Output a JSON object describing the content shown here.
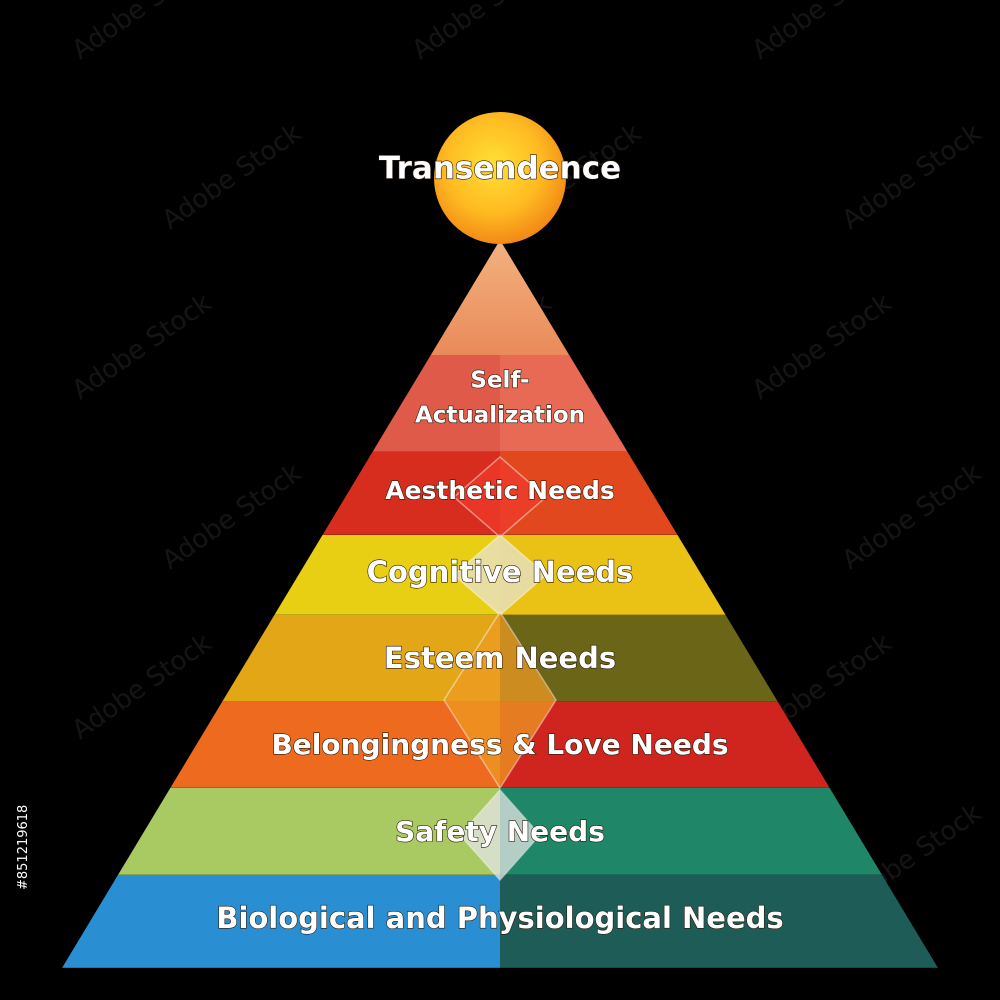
{
  "top": {
    "label": "Transendence",
    "color": "#f7a21e"
  },
  "levels": [
    {
      "lines": [
        "Self-",
        "Actualization"
      ],
      "left_color": "#e05a4a",
      "right_color": "#e86a55"
    },
    {
      "lines": [
        "Aesthetic Needs"
      ],
      "left_color": "#d72d1f",
      "right_color": "#e2481e"
    },
    {
      "lines": [
        "Cognitive Needs"
      ],
      "left_color": "#e8cf14",
      "right_color": "#e9c215"
    },
    {
      "lines": [
        "Esteem Needs"
      ],
      "left_color": "#e2a617",
      "right_color": "#6a6517"
    },
    {
      "lines": [
        "Belongingness & Love Needs"
      ],
      "left_color": "#ee6a1f",
      "right_color": "#d0241e"
    },
    {
      "lines": [
        "Safety Needs"
      ],
      "left_color": "#a9c962",
      "right_color": "#1f8668"
    },
    {
      "lines": [
        "Biological and Physiological Needs"
      ],
      "left_color": "#2a8fd2",
      "right_color": "#1e5c58"
    }
  ],
  "apex_color": "#ef9c68",
  "watermark": "Adobe Stock",
  "stock_id": "#851219618"
}
